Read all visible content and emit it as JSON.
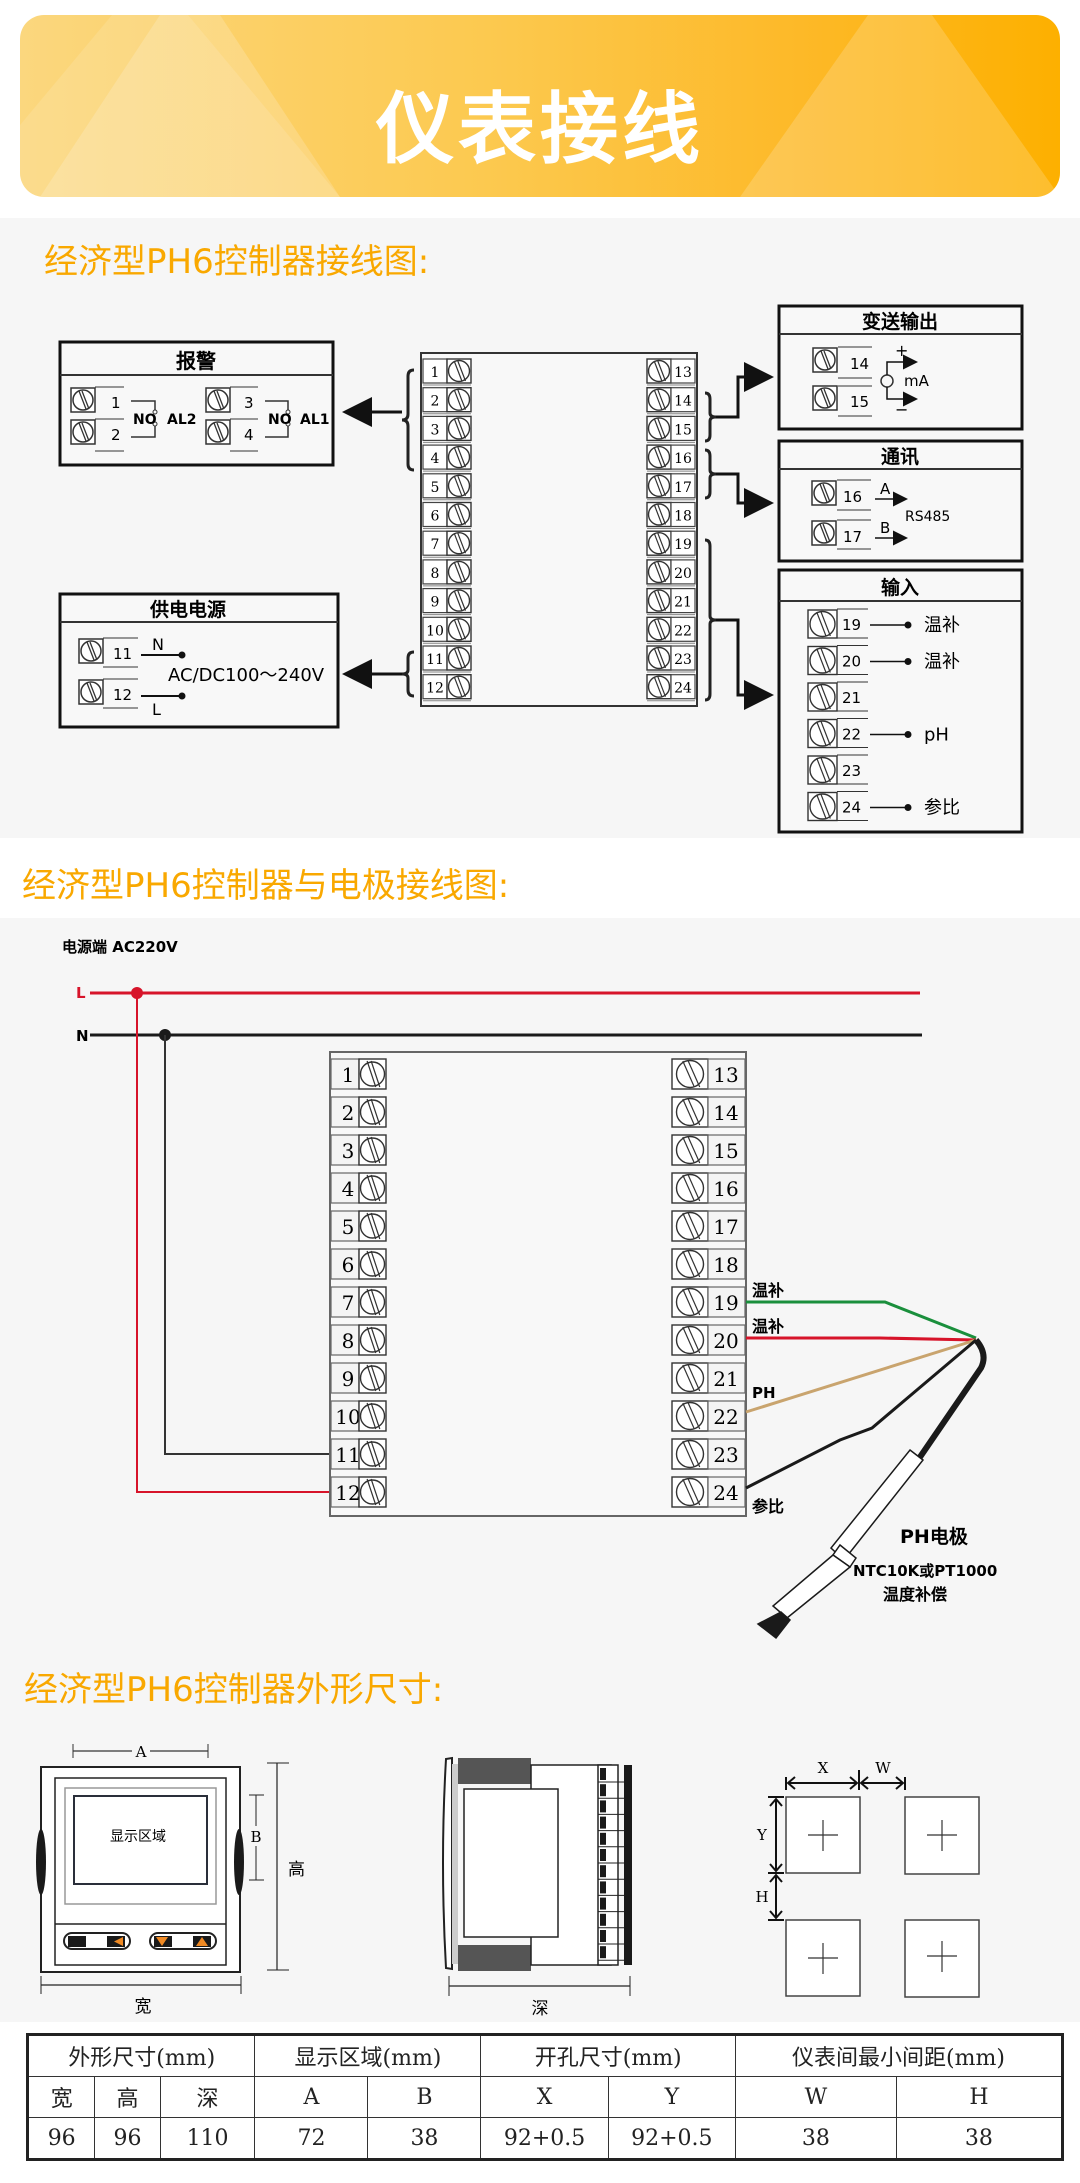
{
  "banner": {
    "title": "仪表接线"
  },
  "section1": {
    "title": "经济型PH6控制器接线图:",
    "terminals_left": [
      "1",
      "2",
      "3",
      "4",
      "5",
      "6",
      "7",
      "8",
      "9",
      "10",
      "11",
      "12"
    ],
    "terminals_right": [
      "13",
      "14",
      "15",
      "16",
      "17",
      "18",
      "19",
      "20",
      "21",
      "22",
      "23",
      "24"
    ],
    "alarm": {
      "title": "报警",
      "t1": "1",
      "t2": "2",
      "t3": "3",
      "t4": "4",
      "no1": "NO",
      "al2": "AL2",
      "no2": "NO",
      "al1": "AL1"
    },
    "power": {
      "title": "供电电源",
      "t11": "11",
      "t12": "12",
      "n": "N",
      "l": "L",
      "spec": "AC/DC100～240V"
    },
    "transmit": {
      "title": "变送输出",
      "t14": "14",
      "t15": "15",
      "plus": "+",
      "minus": "−",
      "unit": "mA"
    },
    "comm": {
      "title": "通讯",
      "t16": "16",
      "t17": "17",
      "a": "A",
      "b": "B",
      "protocol": "RS485"
    },
    "input": {
      "title": "输入",
      "rows": [
        {
          "num": "19",
          "label": "温补"
        },
        {
          "num": "20",
          "label": "温补"
        },
        {
          "num": "21",
          "label": ""
        },
        {
          "num": "22",
          "label": "pH"
        },
        {
          "num": "23",
          "label": ""
        },
        {
          "num": "24",
          "label": "参比"
        }
      ]
    }
  },
  "section2": {
    "title": "经济型PH6控制器与电极接线图:",
    "power_label": "电源端  AC220V",
    "line_l": "L",
    "line_n": "N",
    "terminals_left": [
      "1",
      "2",
      "3",
      "4",
      "5",
      "6",
      "7",
      "8",
      "9",
      "10",
      "11",
      "12"
    ],
    "terminals_right": [
      "13",
      "14",
      "15",
      "16",
      "17",
      "18",
      "19",
      "20",
      "21",
      "22",
      "23",
      "24"
    ],
    "wire_labels": {
      "w19": "温补",
      "w20": "温补",
      "w22": "PH",
      "w24": "参比"
    },
    "electrode_title": "PH电极",
    "electrode_sub1": "NTC10K或PT1000",
    "electrode_sub2": "温度补偿",
    "colors": {
      "live": "#d7142a",
      "neutral": "#1a1a1a",
      "temp1": "#1a8f3c",
      "temp2": "#d7142a",
      "ph": "#c9a46e",
      "ref": "#1a1a1a"
    }
  },
  "section3": {
    "title": "经济型PH6控制器外形尺寸:",
    "front": {
      "a": "A",
      "b": "B",
      "display": "显示区域",
      "height": "高",
      "width": "宽"
    },
    "side": {
      "depth": "深"
    },
    "cutout": {
      "x": "X",
      "w": "W",
      "y": "Y",
      "h": "H"
    },
    "table": {
      "groups": [
        "外形尺寸(mm)",
        "显示区域(mm)",
        "开孔尺寸(mm)",
        "仪表间最小间距(mm)"
      ],
      "headers": [
        "宽",
        "高",
        "深",
        "A",
        "B",
        "X",
        "Y",
        "W",
        "H"
      ],
      "values": [
        "96",
        "96",
        "110",
        "72",
        "38",
        "92+0.5",
        "92+0.5",
        "38",
        "38"
      ]
    }
  }
}
